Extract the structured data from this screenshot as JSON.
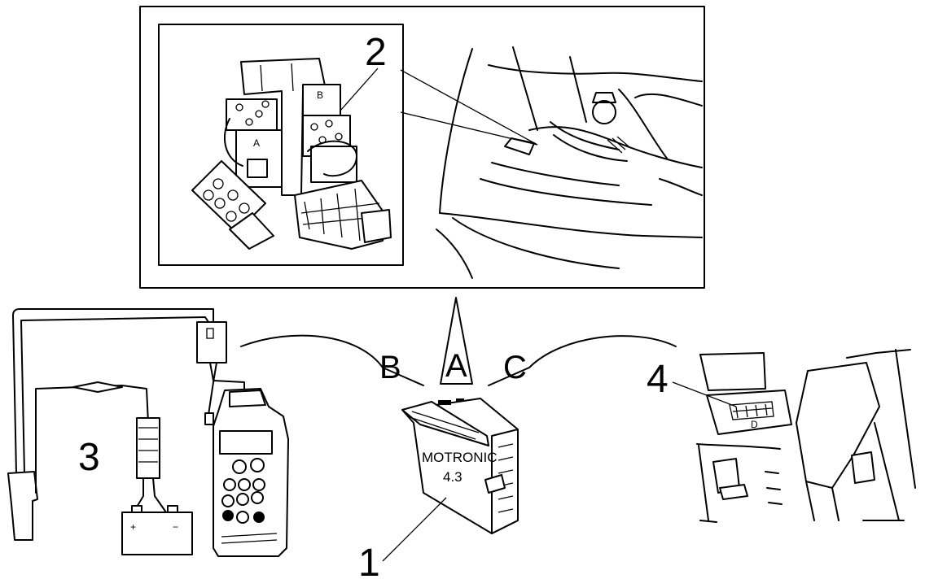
{
  "callouts": {
    "ecu": "1",
    "fuse_relay_box": "2",
    "test_equipment": "3",
    "diagnostic_socket": "4"
  },
  "connections": {
    "a": "A",
    "b": "B",
    "c": "C"
  },
  "ecu_label": {
    "brand": "MOTRONIC",
    "version": "4.3"
  },
  "glyphs": {
    "relay_b": "B",
    "relay_a": "A",
    "plus": "+",
    "minus": "−",
    "socket": "D"
  }
}
